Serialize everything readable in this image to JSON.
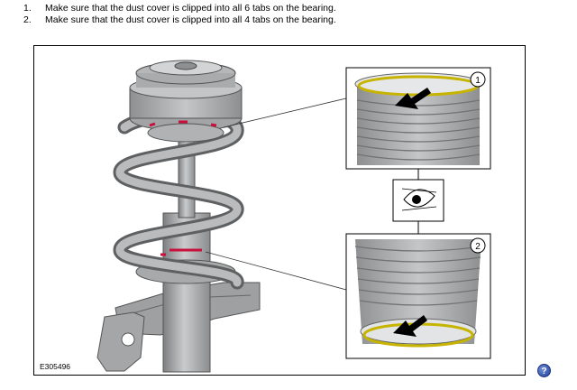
{
  "steps": [
    {
      "num": "1.",
      "text": "Make sure that the dust cover is clipped into all 6 tabs on the bearing."
    },
    {
      "num": "2.",
      "text": "Make sure that the dust cover is clipped into all 4 tabs on the bearing."
    }
  ],
  "figure": {
    "code": "E305496",
    "callouts": [
      "1",
      "2"
    ]
  },
  "help": {
    "glyph": "?"
  },
  "colors": {
    "highlight": "#c8103c",
    "tabs": "#c6b400",
    "part": "#a6a8aa",
    "arrow": "#000000"
  }
}
